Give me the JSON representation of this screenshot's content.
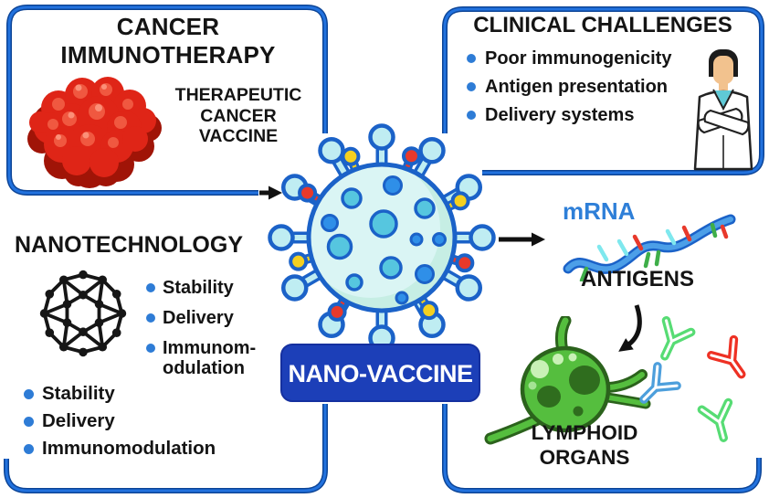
{
  "colors": {
    "box_border_core": "#2272DE",
    "box_border_rim": "#0C4496",
    "label_bg": "#1C3FB8",
    "bullet_dot": "#2E7CD6",
    "mrna_text": "#2E7FD8",
    "arrow_black": "#111111",
    "virus_outline": "#1B62C8",
    "virus_body_light": "#DAF5F4",
    "virus_body_shade": "#C6EEE4",
    "virus_spike_fill": "#BFEDF2",
    "virus_dot_teal": "#56C6DF",
    "virus_dot_blue": "#2F8FE8",
    "spike_red": "#E8392B",
    "spike_yellow": "#F5D020",
    "tumor_dark": "#A01407",
    "tumor_main": "#DF2517",
    "tumor_light": "#F05840",
    "tumor_glint": "#FB9078",
    "fullerene_black": "#161616",
    "cell_green": "#55BE3E",
    "cell_outline": "#2B621C",
    "cell_spot_dark": "#2F6D1E",
    "cell_spot_pale": "#C9F1B6",
    "antibody_green": "#57DC74",
    "antibody_red": "#EE3124",
    "antibody_blue": "#4D9FDC",
    "tick_cyan": "#7FE8EE",
    "tick_red": "#E8392B",
    "tick_green": "#3FAE49",
    "doctor_skin": "#F2C28E",
    "doctor_shirt": "#5FC9D6",
    "doctor_hair": "#1C1C1C"
  },
  "cancer_box": {
    "title": "CANCER\nIMMUNOTHERAPY",
    "subtitle": "THERAPEUTIC\nCANCER\nVACCINE"
  },
  "clinical_box": {
    "title": "CLINICAL CHALLENGES",
    "bullets": [
      "Poor immunogenicity",
      "Antigen presentation",
      "Delivery systems"
    ]
  },
  "nanotech": {
    "title": "NANOTECHNOLOGY",
    "side_bullets": [
      "Stability",
      "Delivery",
      "Immunom-\nodulation"
    ],
    "bottom_bullets": [
      "Stability",
      "Delivery",
      "Immunomodulation"
    ]
  },
  "center": {
    "label": "NANO-VACCINE"
  },
  "right": {
    "mrna": "mRNA",
    "antigens": "ANTIGENS",
    "lymphoid": "LYMPHOID\nORGANS"
  },
  "icons": {
    "virus": "nano-vaccine-virus-icon",
    "tumor": "tumor-icon",
    "fullerene": "fullerene-icon",
    "doctor": "doctor-icon",
    "mrna_strand": "mrna-strand-icon",
    "lymphoid_organ": "lymphoid-organ-icon",
    "antibody": "antibody-icon",
    "bullet": "bullet-dot-icon",
    "arrow": "arrow-right-icon"
  }
}
